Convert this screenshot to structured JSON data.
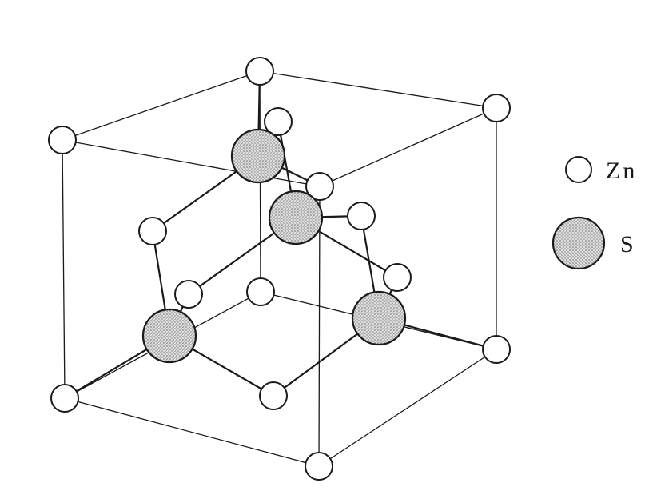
{
  "legend": {
    "zn_label": "Zn",
    "s_label": "S"
  },
  "atoms": {
    "zn_count": 14,
    "s_count": 4
  },
  "colors": {
    "line": "#1a1a1a",
    "zn_fill": "#ffffff",
    "s_fill": "#c8c8c8"
  }
}
